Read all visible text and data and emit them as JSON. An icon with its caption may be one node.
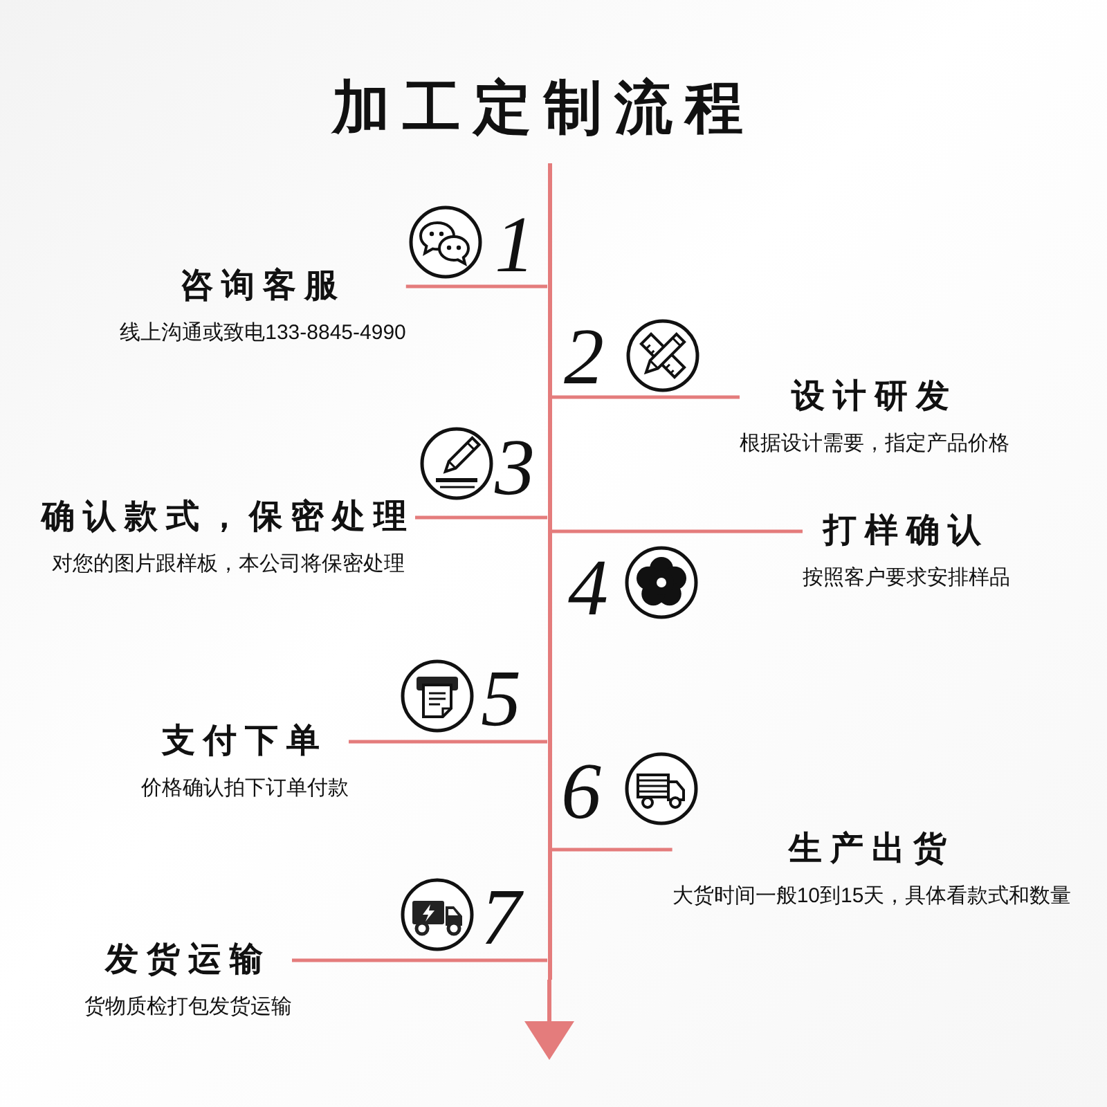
{
  "diagram": {
    "title": "加工定制流程",
    "nodes": [
      {
        "text": [],
        "shape": "bar"
      },
      {
        "text": [
          "咨询客服",
          "线上沟通或致电133-8845-4990"
        ]
      },
      {
        "text": [
          "设计研发",
          "根据设计需要，指定产品价格"
        ]
      },
      {
        "text": [
          "确认款式，保密处理",
          "对您的图片跟样板，本公司将保密处理"
        ]
      },
      {
        "text": [
          "打样确认",
          "按照客户要求安排样品"
        ]
      },
      {
        "text": [
          "支付下单",
          "价格确认拍下订单付款"
        ]
      },
      {
        "text": [
          "生产出货",
          "大货时间一般10到15天，具体看款式和数量"
        ]
      },
      {
        "text": [
          "发货运输",
          "货物质检打包发货运输"
        ]
      }
    ],
    "edges": [
      {
        "from": 0,
        "to": 1,
        "arrow": "none"
      },
      {
        "from": 0,
        "to": 2,
        "arrow": "none"
      },
      {
        "from": 0,
        "to": 3,
        "arrow": "none"
      },
      {
        "from": 0,
        "to": 4,
        "arrow": "none"
      },
      {
        "from": 0,
        "to": 5,
        "arrow": "none"
      },
      {
        "from": 0,
        "to": 6,
        "arrow": "none"
      },
      {
        "from": 0,
        "to": 7,
        "arrow": "none"
      },
      {
        "from": 0,
        "to": null,
        "arrow": "to"
      }
    ],
    "labels": [
      "1",
      "2",
      "3",
      "4",
      "5",
      "6",
      "7"
    ]
  }
}
